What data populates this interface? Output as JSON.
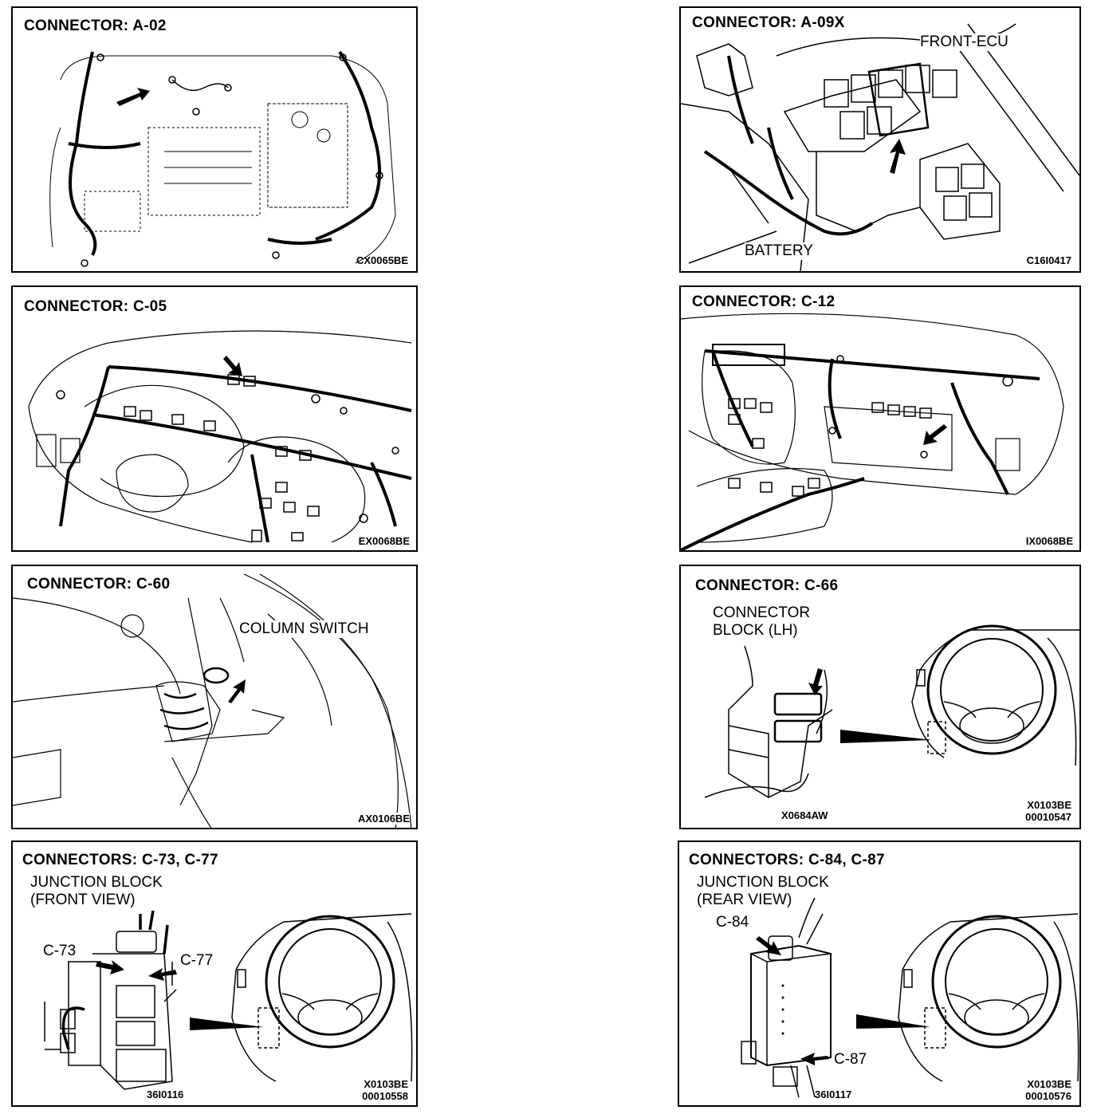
{
  "panels": {
    "a02": {
      "title": "CONNECTOR:  A-02",
      "code": "CX0065BE"
    },
    "a09x": {
      "title": "CONNECTOR:  A-09X",
      "front_ecu": "FRONT-ECU",
      "battery": "BATTERY",
      "code": "C16I0417"
    },
    "c05": {
      "title": "CONNECTOR:  C-05",
      "code": "EX0068BE"
    },
    "c12": {
      "title": "CONNECTOR:  C-12",
      "code": "IX0068BE"
    },
    "c60": {
      "title": "CONNECTOR:  C-60",
      "column_switch": "COLUMN SWITCH",
      "code": "AX0106BE"
    },
    "c66": {
      "title": "CONNECTOR:  C-66",
      "block_line1": "CONNECTOR",
      "block_line2": "BLOCK (LH)",
      "code_left": "X0684AW",
      "code_right1": "X0103BE",
      "code_right2": "00010547"
    },
    "c73": {
      "title": "CONNECTORS:  C-73,  C-77",
      "block_line1": "JUNCTION BLOCK",
      "block_line2": "(FRONT VIEW)",
      "c73_label": "C-73",
      "c77_label": "C-77",
      "code_left": "36I0116",
      "code_right1": "X0103BE",
      "code_right2": "00010558"
    },
    "c84": {
      "title": "CONNECTORS:  C-84,  C-87",
      "block_line1": "JUNCTION BLOCK",
      "block_line2": "(REAR VIEW)",
      "c84_label": "C-84",
      "c87_label": "C-87",
      "code_left": "36I0117",
      "code_right1": "X0103BE",
      "code_right2": "00010576"
    }
  }
}
